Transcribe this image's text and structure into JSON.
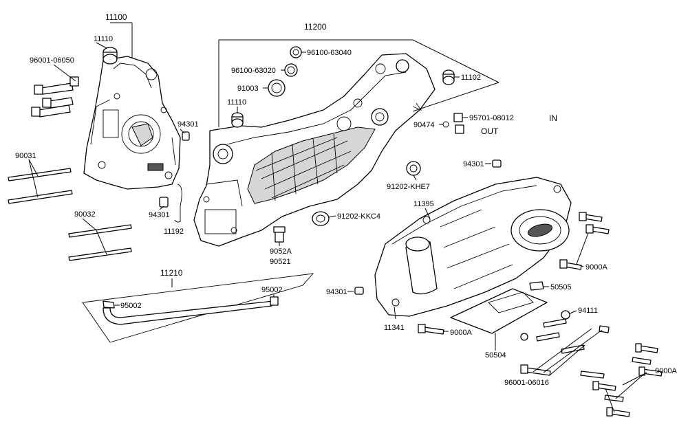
{
  "labels": {
    "l11100": "11100",
    "l11110a": "11110",
    "l96001_06050": "96001-06050",
    "l90031": "90031",
    "l90032": "90032",
    "l94301a": "94301",
    "l94301b": "94301",
    "l11192": "11192",
    "l11200": "11200",
    "l96100_63040": "96100-63040",
    "l96100_63020": "96100-63020",
    "l91003": "91003",
    "l11110b": "11110",
    "l11102": "11102",
    "l90474": "90474",
    "l95701_08012": "95701-08012",
    "lIN": "IN",
    "lOUT": "OUT",
    "l94301c": "94301",
    "l91202_KHE7": "91202-KHE7",
    "l11395": "11395",
    "l91202_KKC4": "91202-KKC4",
    "l9052A": "9052A",
    "l90521": "90521",
    "l11210": "11210",
    "l95002a": "95002",
    "l95002b": "95002",
    "l9000Aa": "9000A",
    "l94301d": "94301",
    "l50505": "50505",
    "l94111": "94111",
    "l11341": "11341",
    "l9000Ab": "9000A",
    "l50504": "50504",
    "l96001_06016": "96001-06016",
    "l9000Ac": "9000A"
  }
}
